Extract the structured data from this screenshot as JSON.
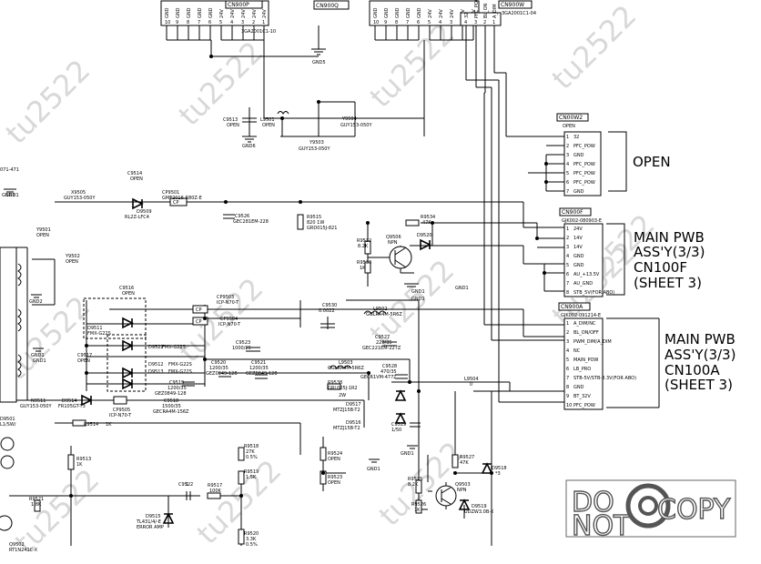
{
  "connectors": {
    "cn900p": {
      "ref": "CN900P",
      "part": "3GA2001C1-10",
      "pins": [
        "GND",
        "GND",
        "GND",
        "GND",
        "GND",
        "24V",
        "24V",
        "24V",
        "24V",
        "24V"
      ],
      "nums": [
        "10",
        "9",
        "8",
        "7",
        "6",
        "5",
        "4",
        "3",
        "2",
        "1"
      ]
    },
    "cn900q": {
      "ref": "CN900Q",
      "pins": [
        "GND",
        "GND",
        "GND",
        "GND",
        "GND",
        "24V",
        "24V",
        "24V",
        "24V",
        "24V"
      ],
      "nums": [
        "10",
        "9",
        "8",
        "7",
        "6",
        "5",
        "4",
        "3",
        "2",
        "1"
      ]
    },
    "cn900w": {
      "ref": "CN900W",
      "part": "3GA2001C1-04",
      "pins": [
        "32",
        "PFC_POW",
        "BL_ON",
        "A_DIM"
      ],
      "nums": [
        "4",
        "3",
        "2",
        "1"
      ]
    },
    "cn00w2": {
      "ref": "CN00W2",
      "part": "OPEN",
      "nums": [
        "1",
        "2",
        "3",
        "4",
        "5",
        "6",
        "7"
      ],
      "pins": [
        "32",
        "PFC_POW",
        "GND",
        "PFC_POW",
        "PFC_POW",
        "PFC_POW",
        "GND"
      ]
    },
    "cn900f": {
      "ref": "CN900F",
      "part": "GJK002-080903-E",
      "nums": [
        "1",
        "2",
        "3",
        "4",
        "5",
        "6",
        "7",
        "8"
      ],
      "pins": [
        "24V",
        "14V",
        "14V",
        "GND",
        "GND",
        "AU_+13.5V",
        "AU_GND",
        "STB_5V(FOR ABO)"
      ]
    },
    "cn900a": {
      "ref": "CN900A",
      "part": "GJK002-091214-E",
      "nums": [
        "1",
        "2",
        "3",
        "4",
        "5",
        "6",
        "7",
        "8",
        "9",
        "10"
      ],
      "pins": [
        "A_DIM/NC",
        "BL_ON/OFF",
        "PWM_DIM/A_DIM",
        "NC",
        "MAIN_POW",
        "LB_PRO",
        "STB-5V/STB-3.3V(FOR ABO)",
        "GND",
        "BT_32V",
        "PFC_POW"
      ]
    }
  },
  "groups": {
    "open": {
      "label": "OPEN"
    },
    "main_f": {
      "lines": [
        "MAIN PWB",
        "ASS'Y(3/3)",
        "CN100F",
        "(SHEET 3)"
      ]
    },
    "main_a": {
      "lines": [
        "MAIN PWB",
        "ASS'Y(3/3)",
        "CN100A",
        "(SHEET 3)"
      ]
    }
  },
  "components": [
    {
      "id": "gnd5",
      "text": "GND5"
    },
    {
      "id": "gnd6",
      "text": "GND6"
    },
    {
      "id": "c9513",
      "text": "C9513"
    },
    {
      "id": "c9513b",
      "text": "OPEN"
    },
    {
      "id": "l9501",
      "text": "L9501"
    },
    {
      "id": "l9501b",
      "text": "OPEN"
    },
    {
      "id": "y9504",
      "text": "Y9504"
    },
    {
      "id": "y9504b",
      "text": "GUY153-050Y"
    },
    {
      "id": "y9503",
      "text": "Y9503"
    },
    {
      "id": "y9503b",
      "text": "GUY153-050Y"
    },
    {
      "id": "r071",
      "text": "071-471"
    },
    {
      "id": "gnd1a",
      "text": "GND1"
    },
    {
      "id": "c9514",
      "text": "C9514"
    },
    {
      "id": "c9514b",
      "text": "OPEN"
    },
    {
      "id": "cp9501",
      "text": "CP9501"
    },
    {
      "id": "cp9501b",
      "text": "GMF2016-R80Z-E"
    },
    {
      "id": "x9505",
      "text": "X9505"
    },
    {
      "id": "x9505b",
      "text": "GUY153-050Y"
    },
    {
      "id": "d9509",
      "text": "D9509"
    },
    {
      "id": "d9509b",
      "text": "RL2Z-LFC4"
    },
    {
      "id": "c9526",
      "text": "C9526"
    },
    {
      "id": "c9526b",
      "text": "GEC281EM-228"
    },
    {
      "id": "r9515",
      "text": "R9515"
    },
    {
      "id": "r9515b",
      "text": "820 1W"
    },
    {
      "id": "r9515c",
      "text": "GRD015J-821"
    },
    {
      "id": "q9506",
      "text": "Q9506"
    },
    {
      "id": "q9506b",
      "text": "NPN"
    },
    {
      "id": "r9534",
      "text": "R9534"
    },
    {
      "id": "r9534b",
      "text": "47K"
    },
    {
      "id": "d9520",
      "text": "D9520"
    },
    {
      "id": "r9532",
      "text": "R9532"
    },
    {
      "id": "r9532b",
      "text": "8.2K"
    },
    {
      "id": "r9533",
      "text": "R9533"
    },
    {
      "id": "r9533b",
      "text": "1K"
    },
    {
      "id": "gnd1b",
      "text": "GND1"
    },
    {
      "id": "y9501",
      "text": "Y9501"
    },
    {
      "id": "y9501b",
      "text": "OPEN"
    },
    {
      "id": "y9502",
      "text": "Y9502"
    },
    {
      "id": "y9502b",
      "text": "OPEN"
    },
    {
      "id": "gnd2",
      "text": "GND2"
    },
    {
      "id": "c9516",
      "text": "C9516"
    },
    {
      "id": "c9516b",
      "text": "OPEN"
    },
    {
      "id": "cp9503",
      "text": "CP9503"
    },
    {
      "id": "cp9503b",
      "text": "ICP-N70-T"
    },
    {
      "id": "cp9504",
      "text": "CP9504"
    },
    {
      "id": "cp9504b",
      "text": "ICP-N70-T"
    },
    {
      "id": "c9530",
      "text": "C9530"
    },
    {
      "id": "c9530b",
      "text": "0.0022"
    },
    {
      "id": "l9502",
      "text": "L9502"
    },
    {
      "id": "l9502b",
      "text": "GGLRA4M-5R6Z"
    },
    {
      "id": "d9511",
      "text": "D9511"
    },
    {
      "id": "d9511b",
      "text": "FMX-G22S"
    },
    {
      "id": "c9527",
      "text": "C9527"
    },
    {
      "id": "c9527b",
      "text": "220/35"
    },
    {
      "id": "c9527c",
      "text": "GEC221EM-227Z"
    },
    {
      "id": "gnd1c",
      "text": "GND1"
    },
    {
      "id": "c9517",
      "text": "C9517"
    },
    {
      "id": "c9517b",
      "text": "OPEN"
    },
    {
      "id": "d9522",
      "text": "D9522"
    },
    {
      "id": "d9522b",
      "text": "FMX-G22S"
    },
    {
      "id": "d9512",
      "text": "D9512"
    },
    {
      "id": "d9512b",
      "text": "FMX-G22S"
    },
    {
      "id": "d9513",
      "text": "D9513"
    },
    {
      "id": "d9513b",
      "text": "FMX-G22S"
    },
    {
      "id": "c9523",
      "text": "C9523"
    },
    {
      "id": "c9523b",
      "text": "1000/25"
    },
    {
      "id": "c9520",
      "text": "C9520"
    },
    {
      "id": "c9520b",
      "text": "1200/35"
    },
    {
      "id": "c9520c",
      "text": "GEZ0849-128"
    },
    {
      "id": "c9521",
      "text": "C9521"
    },
    {
      "id": "c9521b",
      "text": "1200/35"
    },
    {
      "id": "c9521c",
      "text": "GEZ0849-128"
    },
    {
      "id": "c9519",
      "text": "C9519"
    },
    {
      "id": "c9519b",
      "text": "1200/35"
    },
    {
      "id": "c9519c",
      "text": "GEZ0849-128"
    },
    {
      "id": "c9518",
      "text": "C9518"
    },
    {
      "id": "c9518b",
      "text": "1500/35"
    },
    {
      "id": "c9518c",
      "text": "GECRA4M-156Z"
    },
    {
      "id": "l9503",
      "text": "L9503"
    },
    {
      "id": "l9503b",
      "text": "GGLRA4M-5R6Z"
    },
    {
      "id": "c9528",
      "text": "C9528"
    },
    {
      "id": "c9528b",
      "text": "470/35"
    },
    {
      "id": "c9528c",
      "text": "GECR1VM-477Z"
    },
    {
      "id": "d9514",
      "text": "D9514"
    },
    {
      "id": "d9514b",
      "text": "FR105GT-T3"
    },
    {
      "id": "cp9505",
      "text": "CP9505"
    },
    {
      "id": "cp9505b",
      "text": "ICP-N70-T"
    },
    {
      "id": "r9538",
      "text": "R9538"
    },
    {
      "id": "r9538b",
      "text": "GRL025J-1R2"
    },
    {
      "id": "r9538c",
      "text": "2W"
    },
    {
      "id": "d9517",
      "text": "D9517"
    },
    {
      "id": "d9517b",
      "text": "MTZJ15B-T2"
    },
    {
      "id": "d9516",
      "text": "D9516"
    },
    {
      "id": "d9516b",
      "text": "MTZJ15B-T2"
    },
    {
      "id": "c9529",
      "text": "C9529"
    },
    {
      "id": "c9529b",
      "text": "1/50"
    },
    {
      "id": "l9504",
      "text": "L9504"
    },
    {
      "id": "l9504b",
      "text": "0"
    },
    {
      "id": "n9511",
      "text": "N9511"
    },
    {
      "id": "n9511b",
      "text": "GUY153-050Y"
    },
    {
      "id": "d9501",
      "text": "D9501"
    },
    {
      "id": "d9501b",
      "text": "L1/SW/"
    },
    {
      "id": "r9514",
      "text": "R9514"
    },
    {
      "id": "r9514b",
      "text": "1K"
    },
    {
      "id": "r9518",
      "text": "R9518"
    },
    {
      "id": "r9518b",
      "text": "27K"
    },
    {
      "id": "r9518c",
      "text": "0.5%"
    },
    {
      "id": "r9513",
      "text": "R9513"
    },
    {
      "id": "r9513b",
      "text": "1K"
    },
    {
      "id": "r9519",
      "text": "R9519"
    },
    {
      "id": "r9519b",
      "text": "1.5K"
    },
    {
      "id": "r9524",
      "text": "R9524"
    },
    {
      "id": "r9524b",
      "text": "OPEN"
    },
    {
      "id": "r9523",
      "text": "R9523"
    },
    {
      "id": "r9523b",
      "text": "OPEN"
    },
    {
      "id": "r9527",
      "text": "R9527"
    },
    {
      "id": "r9527b",
      "text": "47K"
    },
    {
      "id": "d9518",
      "text": "D9518"
    },
    {
      "id": "d9518b",
      "text": "*3"
    },
    {
      "id": "q9503",
      "text": "Q9503"
    },
    {
      "id": "q9503b",
      "text": "NPN"
    },
    {
      "id": "r9525",
      "text": "R9525"
    },
    {
      "id": "r9525b",
      "text": "8.2K"
    },
    {
      "id": "r9526",
      "text": "R9526"
    },
    {
      "id": "r9526b",
      "text": "1K"
    },
    {
      "id": "d9519",
      "text": "D9519"
    },
    {
      "id": "d9519b",
      "text": "UDZW3.0B-X"
    },
    {
      "id": "r9521",
      "text": "R9521"
    },
    {
      "id": "r9521b",
      "text": "1.8K"
    },
    {
      "id": "c9522",
      "text": "C9522"
    },
    {
      "id": "c9522b",
      "text": "1"
    },
    {
      "id": "r9517",
      "text": "R9517"
    },
    {
      "id": "r9517b",
      "text": "100K"
    },
    {
      "id": "d9515",
      "text": "D9515"
    },
    {
      "id": "d9515b",
      "text": "TL431/4/-E"
    },
    {
      "id": "d9515c",
      "text": "ERROR AMP"
    },
    {
      "id": "r9520",
      "text": "R9520"
    },
    {
      "id": "r9520b",
      "text": "3.3K"
    },
    {
      "id": "r9520c",
      "text": "0.5%"
    },
    {
      "id": "q9502",
      "text": "Q9502"
    },
    {
      "id": "q9502b",
      "text": "RT1N241C-X"
    },
    {
      "id": "gnd1d",
      "text": "GND1"
    },
    {
      "id": "gnd1e",
      "text": "GND1"
    },
    {
      "id": "gnd1f",
      "text": "GND1"
    },
    {
      "id": "gnd1g",
      "text": "GND1"
    },
    {
      "id": "gnd1h",
      "text": "GND1"
    },
    {
      "id": "gnd1i",
      "text": "GND1"
    },
    {
      "id": "cp1",
      "text": "CP"
    },
    {
      "id": "cp2",
      "text": "CP"
    },
    {
      "id": "cp3",
      "text": "CP"
    },
    {
      "id": "cp4",
      "text": "CP"
    }
  ],
  "watermark": {
    "text": "tu2522"
  },
  "stamp": {
    "do": "DO",
    "not": "NOT",
    "copy": "COPY"
  }
}
